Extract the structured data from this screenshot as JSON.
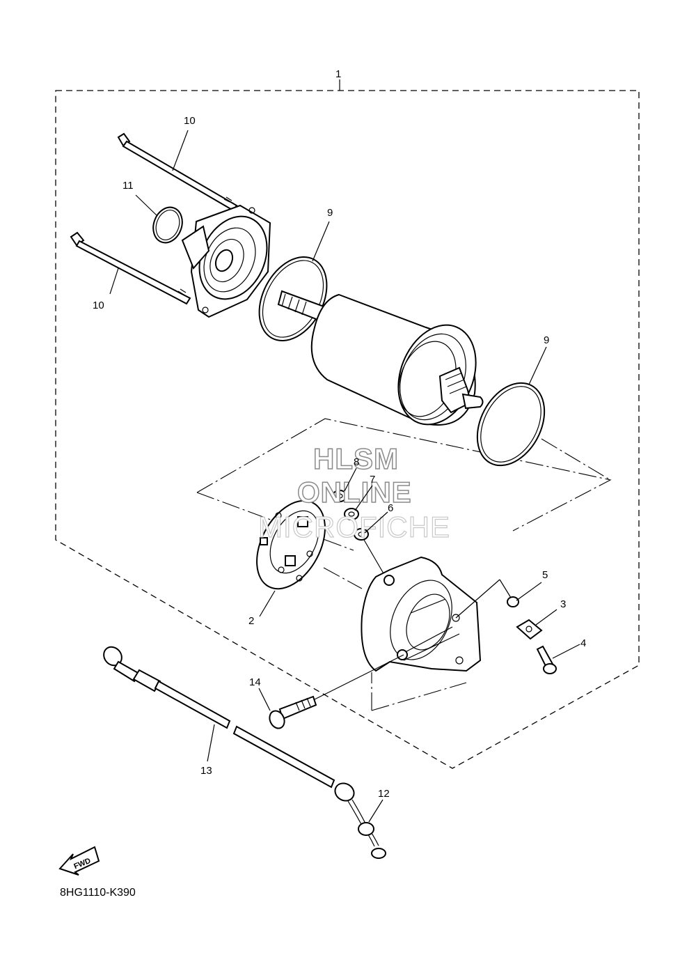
{
  "diagram_code": "8HG1110-K390",
  "watermark": {
    "line1": "HLSM",
    "line2": "ONLINE",
    "line3": "MICROFICHE"
  },
  "direction_label": "FWD",
  "callouts": {
    "c1": "1",
    "c2": "2",
    "c3": "3",
    "c4": "4",
    "c5": "5",
    "c6": "6",
    "c7": "7",
    "c8": "8",
    "c9a": "9",
    "c9b": "9",
    "c10a": "10",
    "c10b": "10",
    "c11": "11",
    "c12": "12",
    "c13": "13",
    "c14": "14"
  },
  "colors": {
    "line": "#000000",
    "background": "#ffffff",
    "watermark_outline": "#8a8a8a"
  }
}
